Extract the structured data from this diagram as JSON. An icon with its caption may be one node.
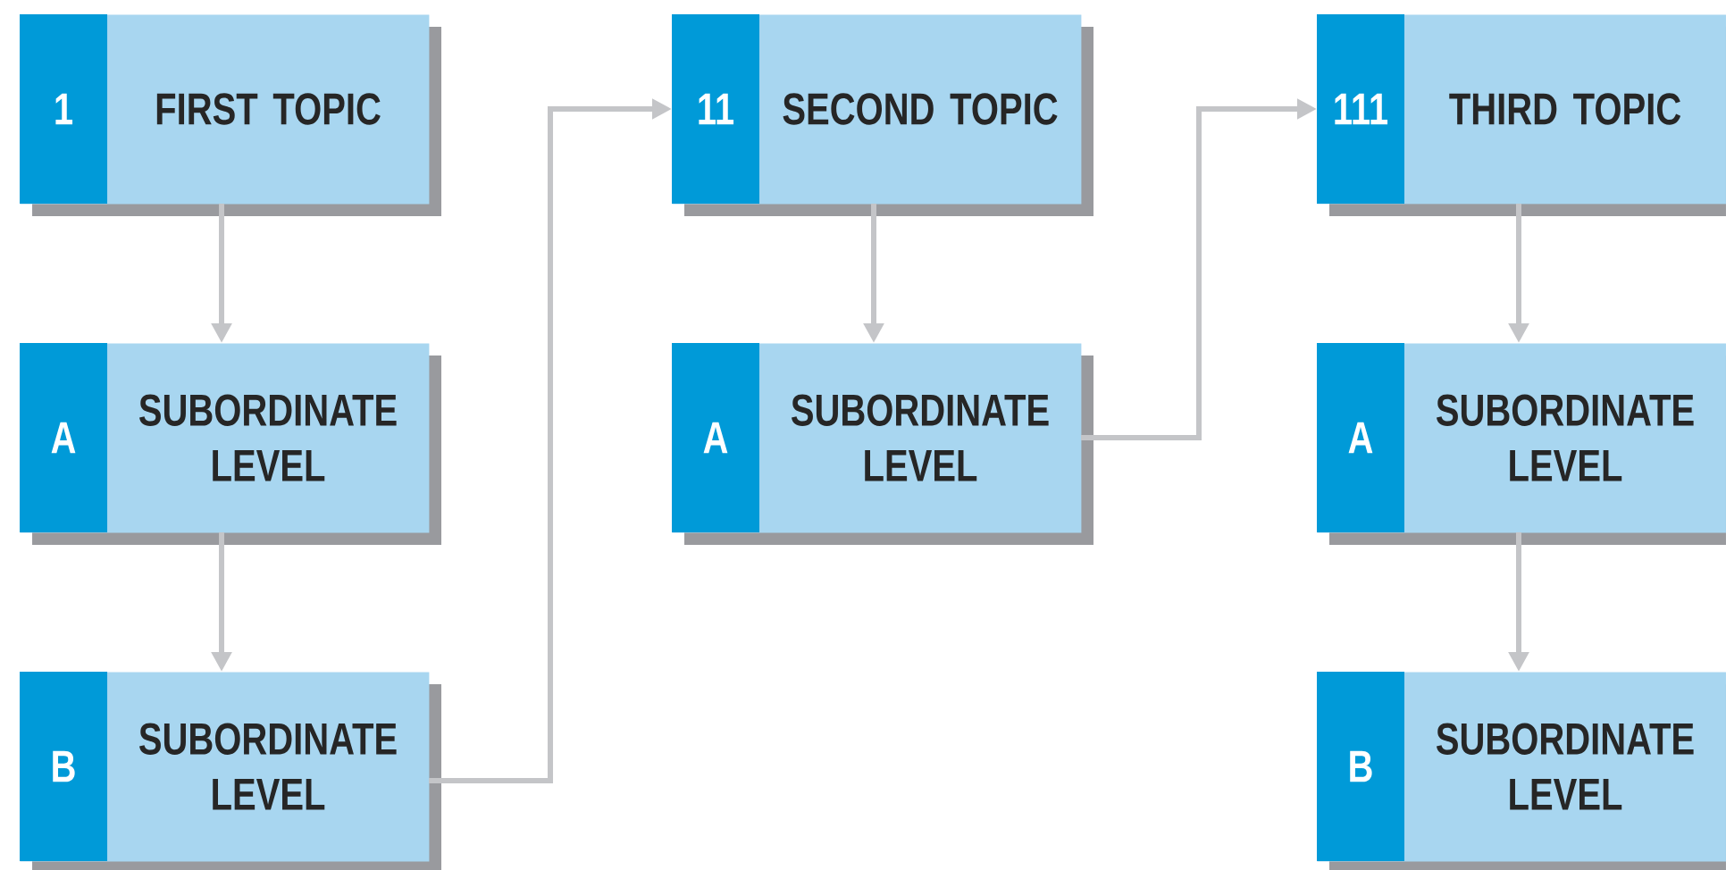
{
  "diagram": {
    "nodes": [
      {
        "text": [
          "1",
          "FIRST TOPIC"
        ]
      },
      {
        "text": [
          "A",
          "SUBORDINATE LEVEL"
        ]
      },
      {
        "text": [
          "B",
          "SUBORDINATE LEVEL"
        ]
      },
      {
        "text": [
          "11",
          "SECOND TOPIC"
        ]
      },
      {
        "text": [
          "A",
          "SUBORDINATE LEVEL"
        ]
      },
      {
        "text": [
          "111",
          "THIRD TOPIC"
        ]
      },
      {
        "text": [
          "A",
          "SUBORDINATE LEVEL"
        ]
      },
      {
        "text": [
          "B",
          "SUBORDINATE LEVEL"
        ]
      }
    ],
    "edges": [
      {
        "from": 0,
        "to": 1,
        "arrow": "to"
      },
      {
        "from": 1,
        "to": 2,
        "arrow": "to"
      },
      {
        "from": 2,
        "to": 3,
        "arrow": "to"
      },
      {
        "from": 3,
        "to": 4,
        "arrow": "to"
      },
      {
        "from": 4,
        "to": 5,
        "arrow": "to"
      },
      {
        "from": 5,
        "to": 6,
        "arrow": "to"
      },
      {
        "from": 6,
        "to": 7,
        "arrow": "to"
      }
    ]
  }
}
